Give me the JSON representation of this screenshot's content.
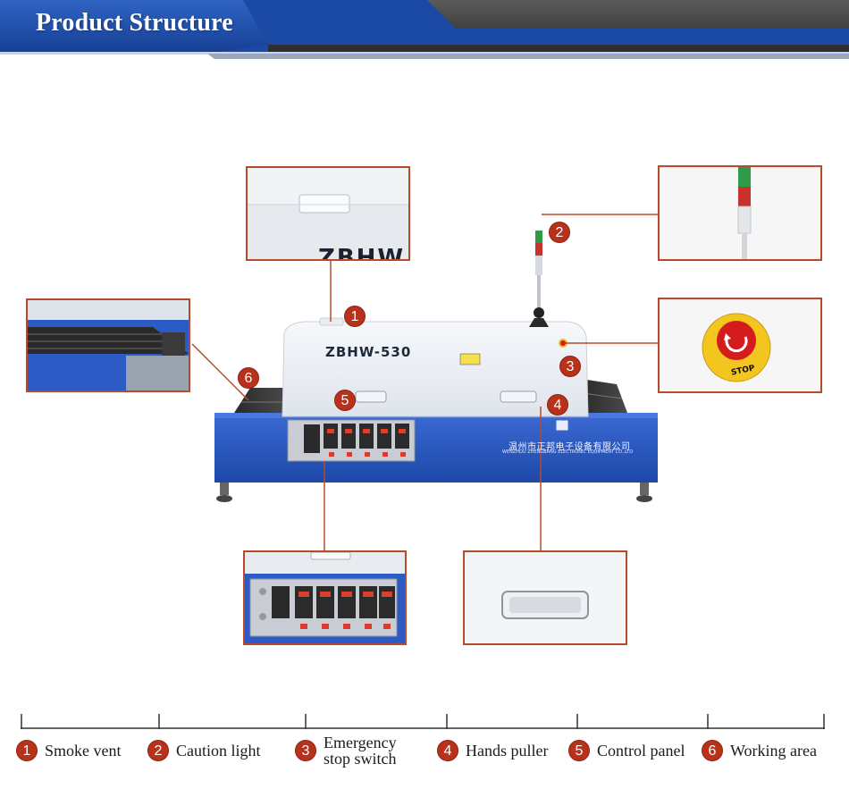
{
  "page": {
    "title": "Product Structure"
  },
  "colors": {
    "banner_blue": "#1f4fa8",
    "banner_dark": "#3a3a3a",
    "accent_red": "#b8321b",
    "callout_line": "#b74a2a",
    "machine_blue": "#2d5bc6",
    "machine_white": "#eef1f5"
  },
  "machine": {
    "model": "ZBHW-530",
    "zoom_model_fragment": "ZBHW",
    "company_cn": "温州市正邦电子设备有限公司",
    "company_en": "WENZHOU ZHENGBANG ELECTRONIC EQUIPMENT CO.,LTD",
    "stop_label": "STOP"
  },
  "markers": [
    "1",
    "2",
    "3",
    "4",
    "5",
    "6"
  ],
  "legend": [
    {
      "num": "1",
      "label": "Smoke vent"
    },
    {
      "num": "2",
      "label": "Caution light"
    },
    {
      "num": "3",
      "label": "Emergency\nstop switch"
    },
    {
      "num": "4",
      "label": "Hands puller"
    },
    {
      "num": "5",
      "label": "Control panel"
    },
    {
      "num": "6",
      "label": "Working area"
    }
  ]
}
